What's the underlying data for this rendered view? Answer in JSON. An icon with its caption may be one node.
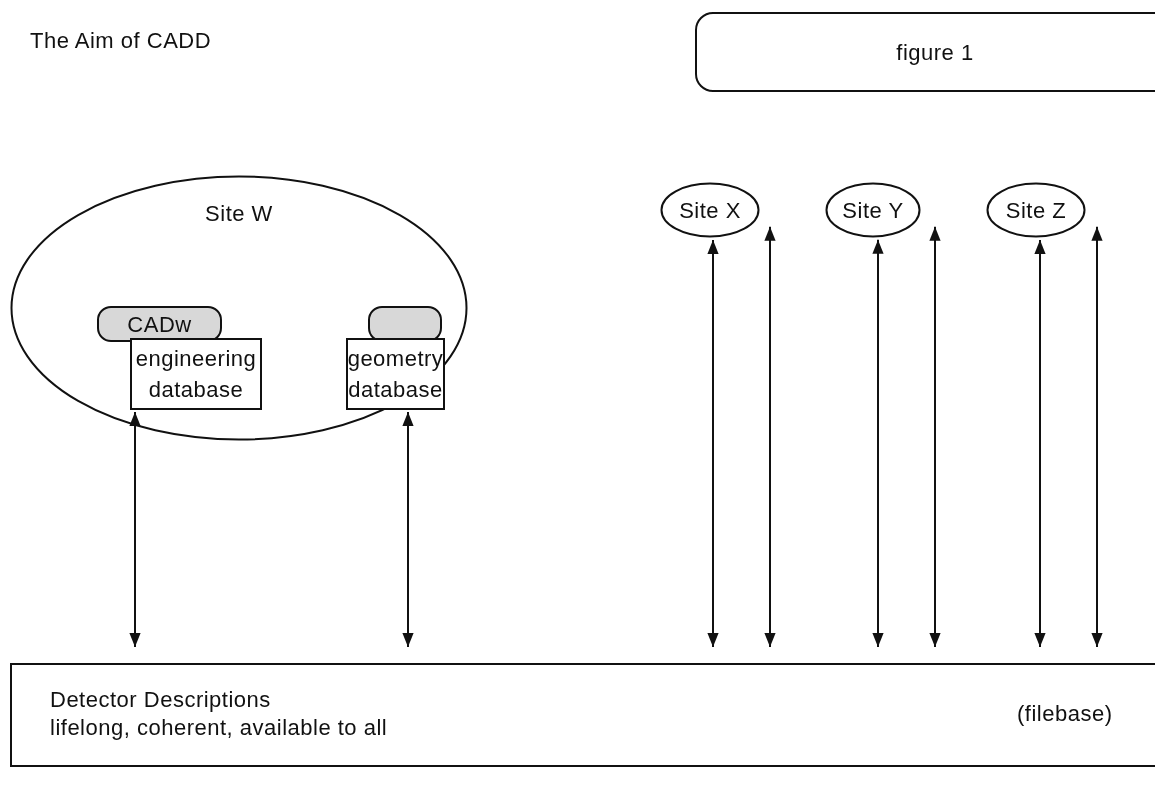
{
  "diagram": {
    "title": "The Aim of CADD",
    "nodes": [
      {
        "text": [
          "figure 1"
        ]
      },
      {
        "text": [
          "Site W"
        ]
      },
      {
        "text": [
          "CADw"
        ],
        "in": 1
      },
      {
        "text": [
          "engineering database"
        ],
        "in": 1
      },
      {
        "text": [],
        "shape": "box",
        "in": 1
      },
      {
        "text": [
          "geometry database"
        ],
        "in": 1
      },
      {
        "text": [
          "Site X"
        ]
      },
      {
        "text": [
          "Site Y"
        ]
      },
      {
        "text": [
          "Site Z"
        ]
      },
      {
        "text": [
          "Detector Descriptions",
          "lifelong, coherent, available to all",
          "(filebase)"
        ]
      }
    ],
    "edges": [
      {
        "from": 3,
        "to": 9,
        "arrow": "both"
      },
      {
        "from": 5,
        "to": 9,
        "arrow": "both"
      },
      {
        "from": 6,
        "to": 9,
        "arrow": "both"
      },
      {
        "from": 6,
        "to": 9,
        "arrow": "both"
      },
      {
        "from": 7,
        "to": 9,
        "arrow": "both"
      },
      {
        "from": 7,
        "to": 9,
        "arrow": "both"
      },
      {
        "from": 8,
        "to": 9,
        "arrow": "both"
      },
      {
        "from": 8,
        "to": 9,
        "arrow": "both"
      }
    ]
  }
}
